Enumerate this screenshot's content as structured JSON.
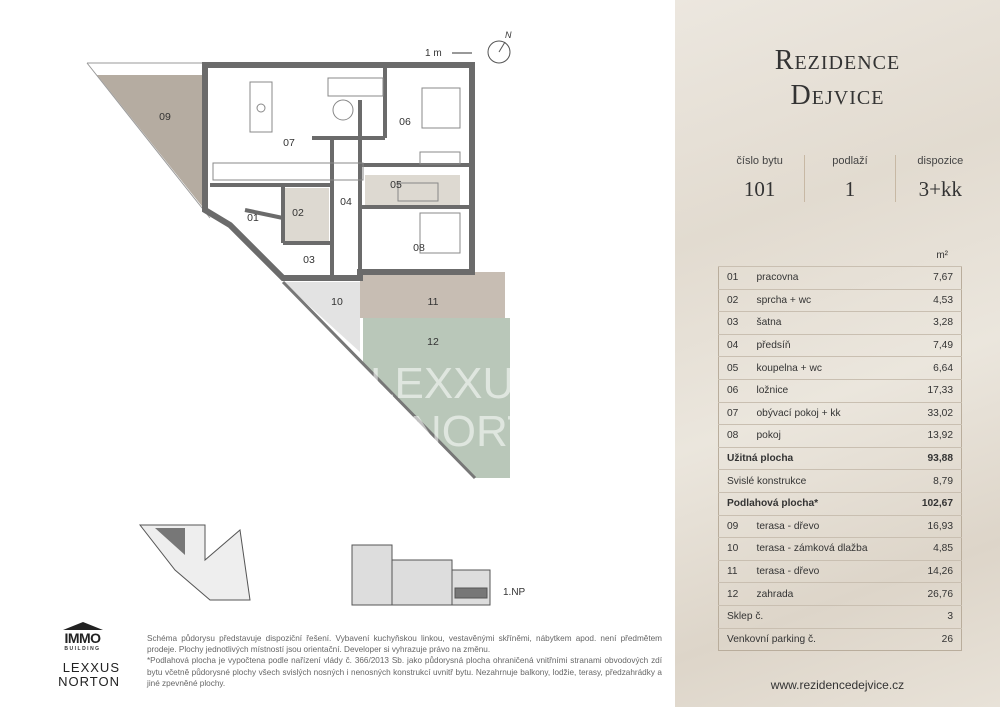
{
  "brand": {
    "line1": "Rezidence",
    "line2": "Dejvice"
  },
  "meta": [
    {
      "label": "číslo bytu",
      "value": "101"
    },
    {
      "label": "podlaží",
      "value": "1"
    },
    {
      "label": "dispozice",
      "value": "3+kk"
    }
  ],
  "unit": "m²",
  "rooms": [
    {
      "no": "01",
      "name": "pracovna",
      "area": "7,67"
    },
    {
      "no": "02",
      "name": "sprcha + wc",
      "area": "4,53"
    },
    {
      "no": "03",
      "name": "šatna",
      "area": "3,28"
    },
    {
      "no": "04",
      "name": "předsíň",
      "area": "7,49"
    },
    {
      "no": "05",
      "name": "koupelna + wc",
      "area": "6,64"
    },
    {
      "no": "06",
      "name": "ložnice",
      "area": "17,33"
    },
    {
      "no": "07",
      "name": "obývací pokoj + kk",
      "area": "33,02"
    },
    {
      "no": "08",
      "name": "pokoj",
      "area": "13,92"
    }
  ],
  "usable": {
    "label": "Užitná plocha",
    "area": "93,88"
  },
  "structures": {
    "label": "Svislé konstrukce",
    "area": "8,79"
  },
  "floor": {
    "label": "Podlahová plocha*",
    "area": "102,67"
  },
  "outdoor": [
    {
      "no": "09",
      "name": "terasa - dřevo",
      "area": "16,93"
    },
    {
      "no": "10",
      "name": "terasa - zámková dlažba",
      "area": "4,85"
    },
    {
      "no": "11",
      "name": "terasa - dřevo",
      "area": "14,26"
    },
    {
      "no": "12",
      "name": "zahrada",
      "area": "26,76"
    }
  ],
  "cellar": {
    "label": "Sklep č.",
    "value": "3"
  },
  "parking": {
    "label": "Venkovní parking č.",
    "value": "26"
  },
  "website": "www.rezidencedejvice.cz",
  "plan": {
    "scale": "1 m",
    "north": "N",
    "floor_marker": "1.NP",
    "watermark1": "LEXXUS",
    "watermark2": "NORTON"
  },
  "logos": {
    "immo": "IMMO",
    "immo_sub": "BUILDING",
    "lexxus": "LEXXUS",
    "norton": "NORTON"
  },
  "note": {
    "p1": "Schéma půdorysu představuje dispoziční řešení. Vybavení kuchyňskou linkou, vestavěnými skříněmi, nábytkem apod. není předmětem prodeje. Plochy jednotlivých místností jsou orientační. Developer si vyhrazuje právo na změnu.",
    "p2": "*Podlahová plocha je vypočtena podle nařízení vlády č. 366/2013 Sb. jako půdorysná plocha ohraničená vnitřními stranami obvodových zdí bytu včetně půdorysné plochy všech svislých nosných i nenosných konstrukcí uvnitř bytu. Nezahrnuje balkony, lodžie, terasy, předzahrádky a jiné zpevněné plochy."
  }
}
